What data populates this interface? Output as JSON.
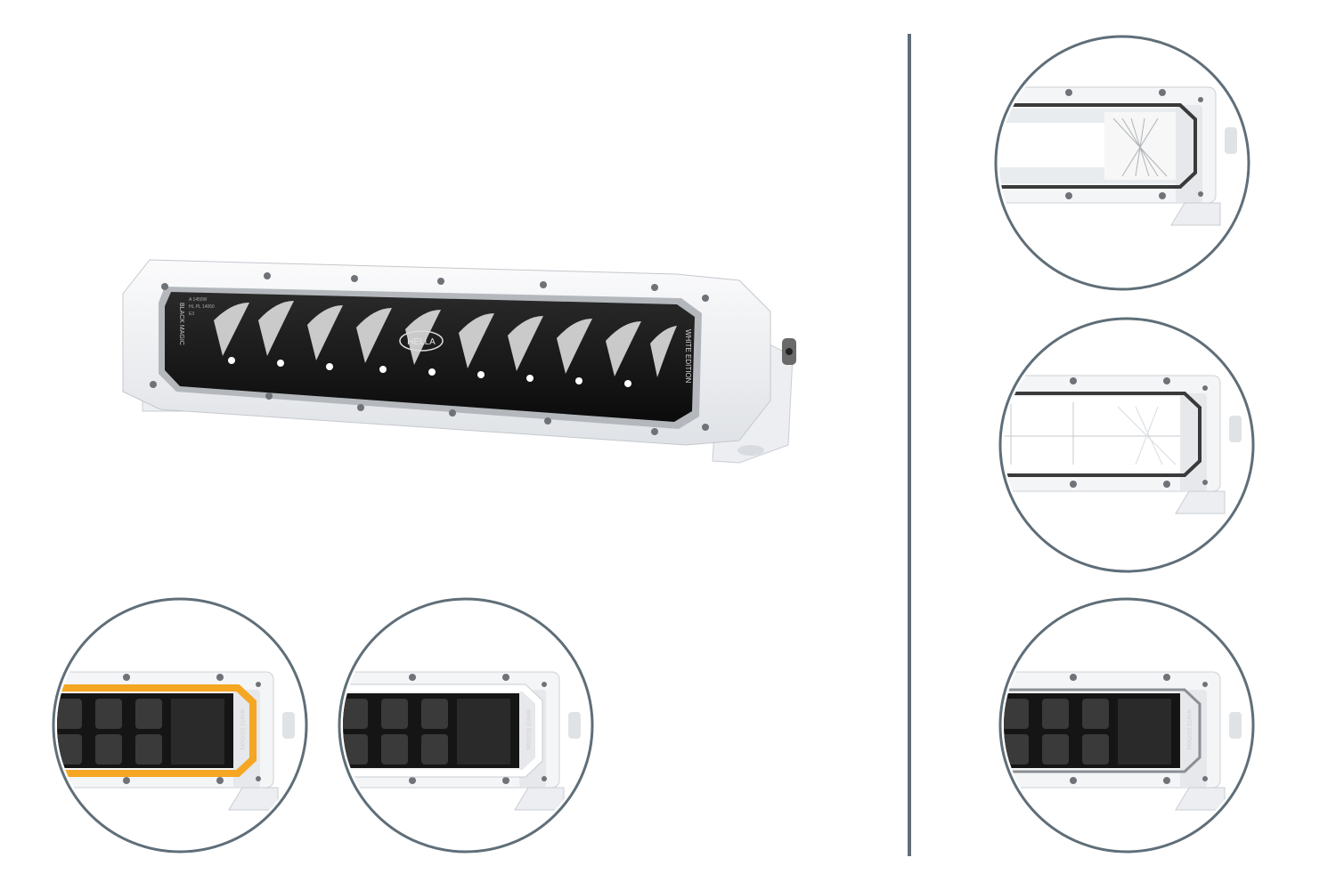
{
  "product": {
    "brand_logo": "HELLA",
    "series_label": "BLACK MAGIC",
    "edition_label": "WHITE EDITION",
    "spec_lines": [
      "A 1450W",
      "HL PL 14050",
      "E3"
    ]
  },
  "colors": {
    "background": "#ffffff",
    "divider": "#5f6e78",
    "circle_border": "#5f6e78",
    "housing": "#f3f4f6",
    "housing_shadow": "#cfd3d8",
    "lens": "#141414",
    "amber_position_light": "#f5a623",
    "white_position_light": "#ffffff"
  },
  "details": [
    {
      "id": "amber-position-light",
      "glow": "amber"
    },
    {
      "id": "white-position-light",
      "glow": "white"
    },
    {
      "id": "high-beam",
      "glow": "beam"
    },
    {
      "id": "low-beam",
      "glow": "beam-wide"
    },
    {
      "id": "off",
      "glow": "none"
    }
  ]
}
